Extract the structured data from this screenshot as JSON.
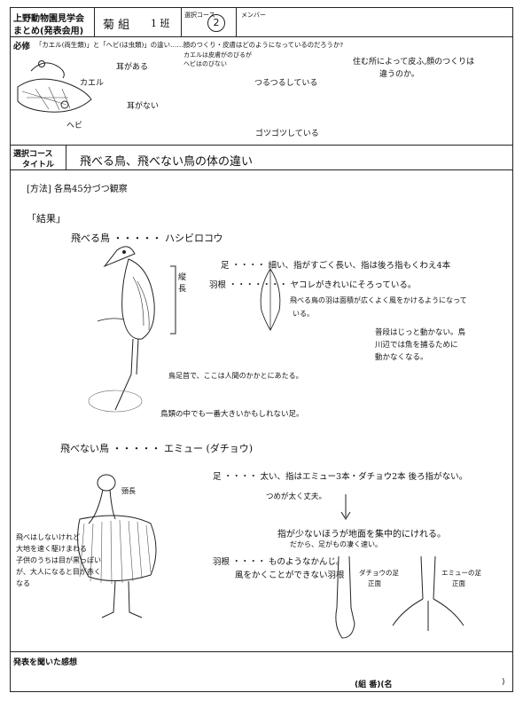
{
  "header": {
    "school_line1": "上野動物園見学会",
    "school_line2": "まとめ(発表会用)",
    "class_name": "菊 組",
    "class_num": "1 班",
    "course_label": "選択コース",
    "course_num": "2",
    "member_label": "メンバー"
  },
  "required": {
    "label": "必修",
    "question": "「カエル(両生類)」と「ヘビ(は虫類)」の違い……顔のつくり・皮膚はどのようになっているのだろうか?",
    "frog": "カエル",
    "snake": "ヘビ",
    "ear_yes": "耳がある",
    "ear_no": "耳がない",
    "skin_note_1": "カエルは皮膚がのびるが",
    "skin_note_2": "ヘビはのびない",
    "smooth": "つるつるしている",
    "rough": "ゴツゴツしている",
    "habitat_1": "住む所によって皮ふ,顔のつくりは",
    "habitat_2": "違うのか。"
  },
  "course": {
    "label_1": "選択コース",
    "label_2": "タイトル",
    "title": "飛べる鳥、飛べない鳥の体の違い",
    "method": "[方法] 各鳥45分づつ観察",
    "result": "「結果」",
    "flying_bird": "飛べる鳥 ・・・・・ ハシビロコウ",
    "body_len_1": "縦",
    "body_len_2": "長",
    "legs_1": "足 ・・・・ 細い、指がすごく長い、指は後ろ指もくわえ4本",
    "feather_1": "羽根 ・・・・・・・ ヤコレがきれいにそろっている。",
    "feather_2a": "飛べる鳥の羽は面積が広くよく風をかけるようになって",
    "feather_2b": "いる。",
    "still_1": "普段はじっと動かない。鳥",
    "still_2": "川辺では魚を捕るために",
    "still_3": "動かなくなる。",
    "heel_note": "鳥足首で、ここは人間のかかとにあたる。",
    "biggest_leg": "鳥類の中でも一番大きいかもしれない足。",
    "flightless_bird": "飛べない鳥 ・・・・・ エミュー (ダチョウ)",
    "neck_long": "頸長",
    "legs_2": "足 ・・・・ 太い、指はエミュー3本・ダチョウ2本 後ろ指がない。",
    "nails": "つめが太く丈夫。",
    "fewer_toes_1": "指が少ないほうが地面を集中的にけれる。",
    "fewer_toes_2": "だから、足がもの凄く速い。",
    "feather_3": "羽根 ・・・・ ものようなかんじ。",
    "feather_4": "風をかくことができない羽根",
    "run_1": "飛べはしないけれど",
    "run_2": "大地を速く駆けまわる",
    "run_3": "子供のうちは目が黒っぽい",
    "run_4": "が、大人になると目が赤く",
    "run_5": "なる",
    "ostrich_foot_1": "ダチョウの足",
    "ostrich_foot_2": "正面",
    "emu_foot_1": "エミューの足",
    "emu_foot_2": "正面"
  },
  "footer": {
    "impressions": "発表を聞いた感想",
    "name_field": "(組    番)(名",
    "close": ")"
  }
}
